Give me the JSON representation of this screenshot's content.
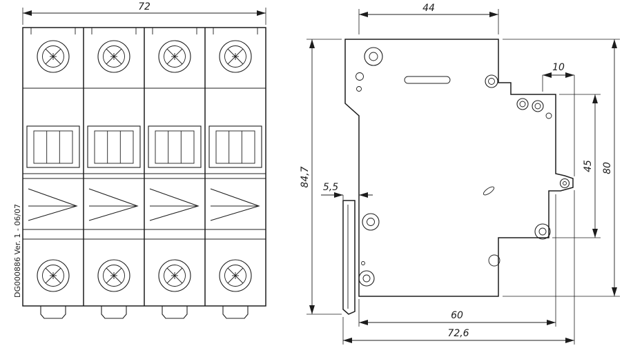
{
  "drawing": {
    "part_label": "DG000886 Ver. 1 - 06/07",
    "dimensions": {
      "front_width": "72",
      "side_top_width": "44",
      "terminal_depth": "10",
      "total_height": "84,7",
      "clip_offset": "5,5",
      "terminal_face_height": "45",
      "body_height": "80",
      "body_depth": "60",
      "total_depth": "72,6"
    },
    "colors": {
      "line": "#1c1c1c",
      "background": "#ffffff"
    }
  }
}
